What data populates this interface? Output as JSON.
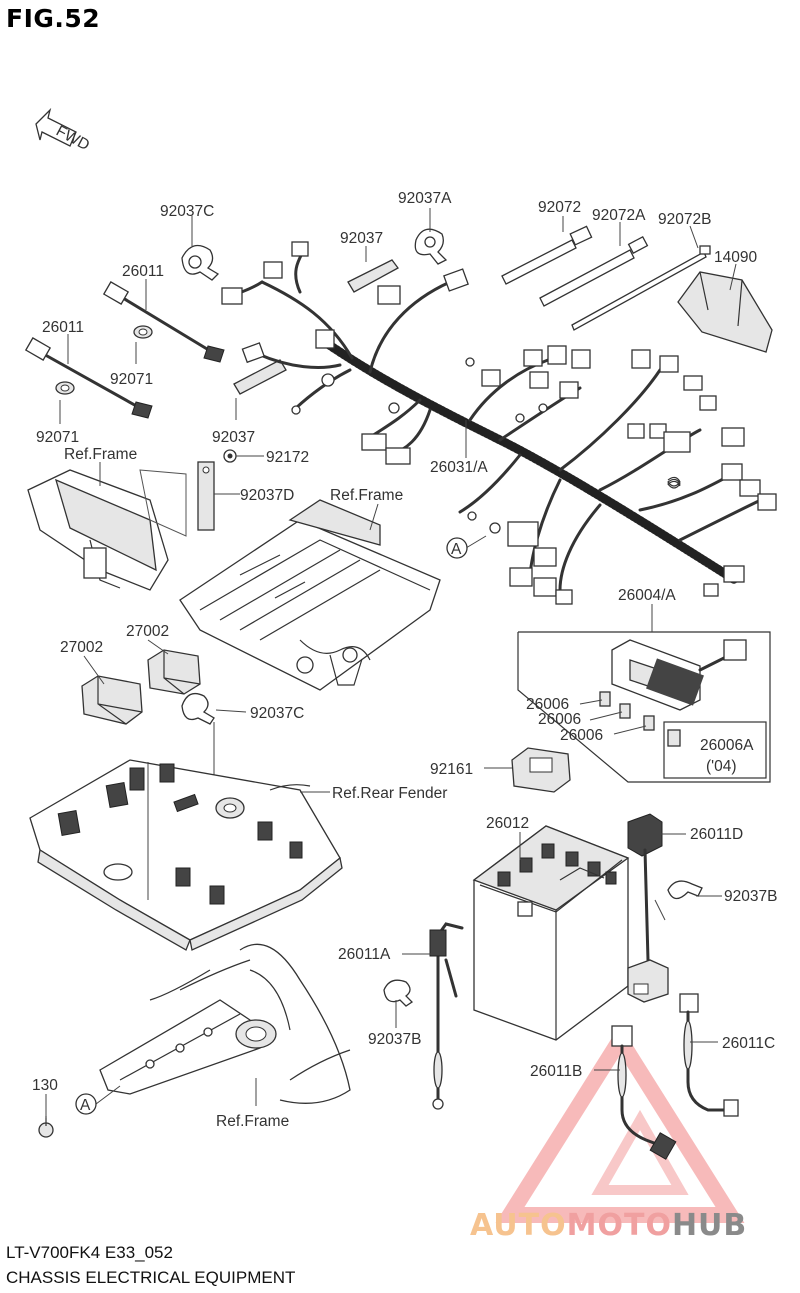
{
  "header": {
    "fig_title": "FIG.52"
  },
  "orientation": {
    "fwd_label": "FWD"
  },
  "parts": [
    {
      "label": "92037C"
    },
    {
      "label": "92037A"
    },
    {
      "label": "92037"
    },
    {
      "label": "92072"
    },
    {
      "label": "92072A"
    },
    {
      "label": "92072B"
    },
    {
      "label": "14090"
    },
    {
      "label": "26011"
    },
    {
      "label": "26011"
    },
    {
      "label": "92071"
    },
    {
      "label": "92071"
    },
    {
      "label": "92037"
    },
    {
      "label": "92172"
    },
    {
      "label": "92037D"
    },
    {
      "label": "26031/A"
    },
    {
      "label": "Ref.Frame"
    },
    {
      "label": "Ref.Frame"
    },
    {
      "label": "27002"
    },
    {
      "label": "27002"
    },
    {
      "label": "92037C"
    },
    {
      "label": "26004/A"
    },
    {
      "label": "26006"
    },
    {
      "label": "26006"
    },
    {
      "label": "26006"
    },
    {
      "label": "26006A"
    },
    {
      "label": "('04)"
    },
    {
      "label": "92161"
    },
    {
      "label": "Ref.Rear Fender"
    },
    {
      "label": "26012"
    },
    {
      "label": "26011D"
    },
    {
      "label": "92037B"
    },
    {
      "label": "26011A"
    },
    {
      "label": "92037B"
    },
    {
      "label": "26011C"
    },
    {
      "label": "26011B"
    },
    {
      "label": "130"
    },
    {
      "label": "Ref.Frame"
    }
  ],
  "callouts": [
    {
      "letter": "A"
    },
    {
      "letter": "A"
    }
  ],
  "footer": {
    "model_code": "LT-V700FK4 E33_052",
    "section_title": "CHASSIS ELECTRICAL EQUIPMENT"
  },
  "watermark": {
    "part1": "AUTO",
    "part2": "MOTO",
    "part3": "HUB"
  },
  "colors": {
    "watermark_orange": "#f6c38f",
    "watermark_red": "#f0a0a0",
    "watermark_gray": "#8a8a8a",
    "line": "#333333"
  }
}
